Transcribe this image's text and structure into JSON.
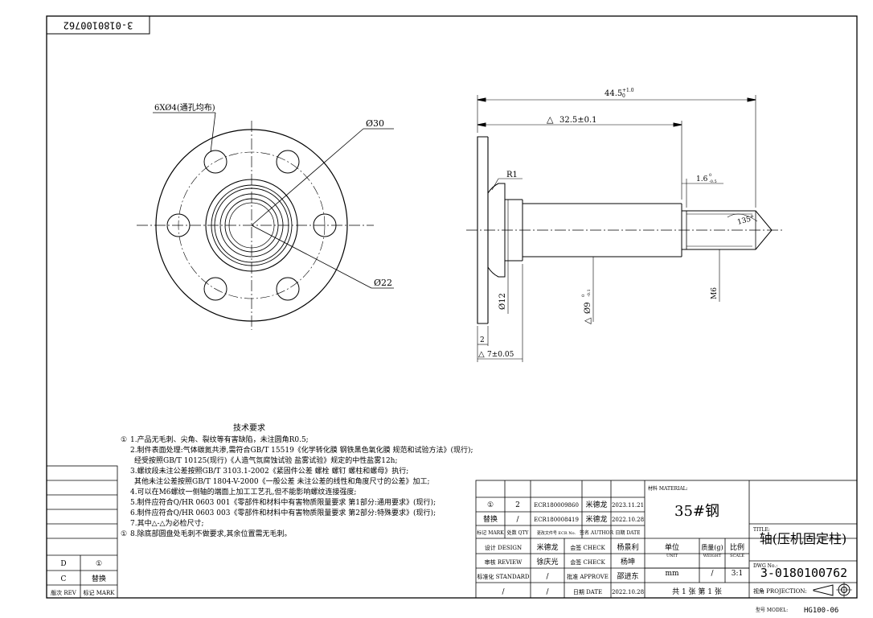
{
  "drawing_number_corner": "3-0180100762",
  "front_view": {
    "holes_label": "6XØ4(通孔均布)",
    "outer_dia_label": "Ø30",
    "inner_dia_label": "Ø22"
  },
  "side_view": {
    "overall_length": "44.5",
    "overall_length_tol": "+1.0",
    "overall_length_tol_low": "0",
    "len_32": "32.5±0.1",
    "radius": "R1",
    "chamfer": "1.6",
    "chamfer_tol": "0",
    "chamfer_tol_low": "-0.5",
    "angle": "135°",
    "dia_12": "Ø12",
    "dia_9": "Ø9",
    "dia_9_tol": "0",
    "dia_9_tol_low": "-0.1",
    "thread": "M6",
    "flange_width": "2",
    "len_7": "7±0.05"
  },
  "notes": {
    "title": "技术要求",
    "lines": [
      "1.产品无毛刺、尖角、裂纹等有害缺陷，未注圆角R0.5;",
      "2.制件表面处理:气体碳氮共渗,需符合GB/T 15519《化学转化膜 钢铁黑色氧化膜 规范和试验方法》(现行);",
      "经受按照GB/T 10125(现行)《人造气氛腐蚀试验 盐雾试验》规定的中性盐雾12h;",
      "3.螺纹段未注公差按照GB/T 3103.1-2002《紧固件公差 螺栓 螺钉 螺柱和螺母》执行;",
      "其他未注公差按照GB/T 1804-V-2000《一般公差 未注公差的线性和角度尺寸的公差》加工;",
      "4.可以在M6螺纹一侧轴的端面上加工工艺孔,但不能影响螺纹连接强度;",
      "5.制件应符合Q/HR 0603 001《零部件和材料中有害物质限量要求 第1部分:通用要求》(现行);",
      "6.制件应符合Q/HR 0603 003《零部件和材料中有害物质限量要求 第2部分:特殊要求》(现行);",
      "7.其中△-△为必检尺寸;",
      "8.除底部圆盘处毛刺不做要求,其余位置需无毛刺。"
    ]
  },
  "left_rev_table": {
    "rows": [
      [
        "D",
        "①"
      ],
      [
        "C",
        "替换"
      ]
    ],
    "header": [
      "版次 REV",
      "标记 MARK"
    ]
  },
  "rev_table": {
    "rows": [
      [
        "①",
        "2",
        "ECR180009860",
        "米德龙",
        "2023.11.21"
      ],
      [
        "替换",
        "/",
        "ECR180008419",
        "米德龙",
        "2022.10.28"
      ]
    ],
    "header": [
      "标记 MARK",
      "处数 QTY",
      "更改文件号 ECR No.",
      "签名 AUTHOR",
      "日期 DATE"
    ]
  },
  "sign_table": {
    "rows": [
      [
        "设计 DESIGN",
        "米德龙",
        "会签 CHECK",
        "杨景利"
      ],
      [
        "审核 REVIEW",
        "徐庆光",
        "会签 CHECK",
        "杨坤"
      ],
      [
        "标准化 STANDARD",
        "/",
        "批准 APPROVE",
        "邵进东"
      ],
      [
        "/",
        "/",
        "日期 DATE",
        "2022.10.28"
      ]
    ]
  },
  "material": {
    "label": "材料 MATERIAL:",
    "value": "35#钢"
  },
  "unit": {
    "label": "单位",
    "label_en": "UNIT",
    "value": "mm"
  },
  "weight": {
    "label": "质量(g)",
    "label_en": "WEIGHT",
    "value": "/"
  },
  "scale": {
    "label": "比例",
    "label_en": "SCALE",
    "value": "3:1"
  },
  "sheet": "共 1 张  第 1 张",
  "title": {
    "label": "TITLE:",
    "value": "轴(压机固定柱)"
  },
  "dwg": {
    "label": "DWG No.:",
    "value": "3-0180100762"
  },
  "projection": {
    "label": "视角 PROJECTION:"
  },
  "model": {
    "label": "型号 MODEL:",
    "value": "HG100-06"
  }
}
